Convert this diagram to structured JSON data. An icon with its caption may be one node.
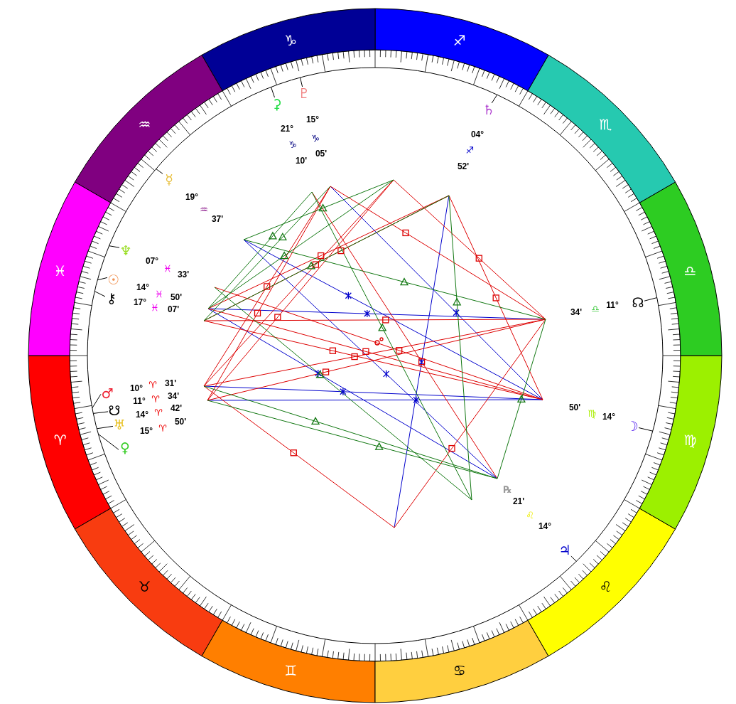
{
  "diagram": {
    "nodes": [
      {
        "text": [
          "♈"
        ]
      },
      {
        "text": [
          "♉"
        ]
      },
      {
        "text": [
          "♊"
        ]
      },
      {
        "text": [
          "♋"
        ]
      },
      {
        "text": [
          "♌"
        ]
      },
      {
        "text": [
          "♍"
        ]
      },
      {
        "text": [
          "♎"
        ]
      },
      {
        "text": [
          "♏"
        ]
      },
      {
        "text": [
          "♐"
        ]
      },
      {
        "text": [
          "♑"
        ]
      },
      {
        "text": [
          "♒"
        ]
      },
      {
        "text": [
          "♓"
        ]
      },
      {
        "text": [
          "♇"
        ]
      },
      {
        "text": [
          "⚳"
        ]
      },
      {
        "text": [
          "♄"
        ]
      },
      {
        "text": [
          "☿"
        ]
      },
      {
        "text": [
          "♆"
        ]
      },
      {
        "text": [
          "☉"
        ]
      },
      {
        "text": [
          "⚷"
        ]
      },
      {
        "text": [
          "☊"
        ]
      },
      {
        "text": [
          "♂"
        ]
      },
      {
        "text": [
          "☋"
        ]
      },
      {
        "text": [
          "☽"
        ]
      },
      {
        "text": [
          "♅"
        ]
      },
      {
        "text": [
          "♀"
        ]
      },
      {
        "text": [
          "♃"
        ]
      }
    ],
    "labels": [
      "15°",
      "♑",
      "05'",
      "21°",
      "♑",
      "10'",
      "04°",
      "♐",
      "52'",
      "19°",
      "♒",
      "37'",
      "07°",
      "♓",
      "33'",
      "14°",
      "♓",
      "50'",
      "17°",
      "♓",
      "07'",
      "34'",
      "♎",
      "11°",
      "10°",
      "♈",
      "31'",
      "11°",
      "♈",
      "34'",
      "14°",
      "♈",
      "42'",
      "50'",
      "♍",
      "14°",
      "15°",
      "♈",
      "50'",
      "℞",
      "21'",
      "♌",
      "14°"
    ],
    "edges": [
      {
        "from": 12,
        "to": null,
        "arrow": "none"
      },
      {
        "from": 13,
        "to": null,
        "arrow": "none"
      },
      {
        "from": 14,
        "to": null,
        "arrow": "none"
      },
      {
        "from": 15,
        "to": null,
        "arrow": "none"
      },
      {
        "from": 16,
        "to": null,
        "arrow": "none"
      },
      {
        "from": 17,
        "to": null,
        "arrow": "none"
      },
      {
        "from": 18,
        "to": null,
        "arrow": "none"
      },
      {
        "from": 19,
        "to": null,
        "arrow": "none"
      },
      {
        "from": 20,
        "to": null,
        "arrow": "none"
      },
      {
        "from": 21,
        "to": null,
        "arrow": "none"
      },
      {
        "from": 22,
        "to": null,
        "arrow": "none"
      },
      {
        "from": 23,
        "to": null,
        "arrow": "none"
      },
      {
        "from": 24,
        "to": null,
        "arrow": "none"
      },
      {
        "from": 25,
        "to": null,
        "arrow": "none"
      }
    ]
  }
}
